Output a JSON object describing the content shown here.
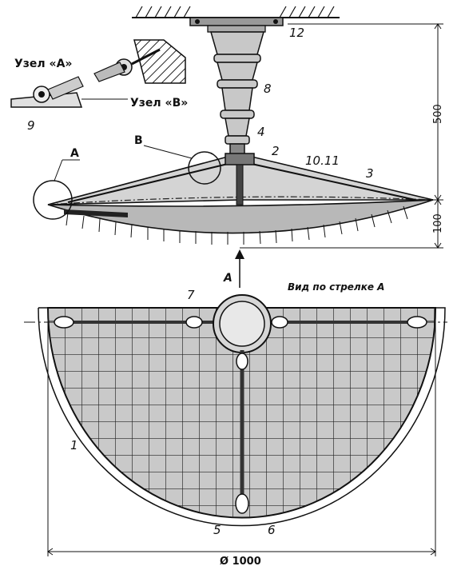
{
  "labels": {
    "node_a_title": "Узел «А»",
    "node_b_title": "Узел «В»",
    "view_title": "Вид по стрелке А",
    "callout_a": "A",
    "callout_b": "B",
    "arrow_a": "A",
    "diameter": "Ø 1000",
    "dim_500": "500",
    "dim_100": "100"
  },
  "part_numbers": {
    "p1": "1",
    "p2": "2",
    "p3": "3",
    "p4": "4",
    "p5": "5",
    "p6": "6",
    "p7": "7",
    "p8": "8",
    "p9": "9",
    "p10_11": "10.11",
    "p12": "12"
  }
}
